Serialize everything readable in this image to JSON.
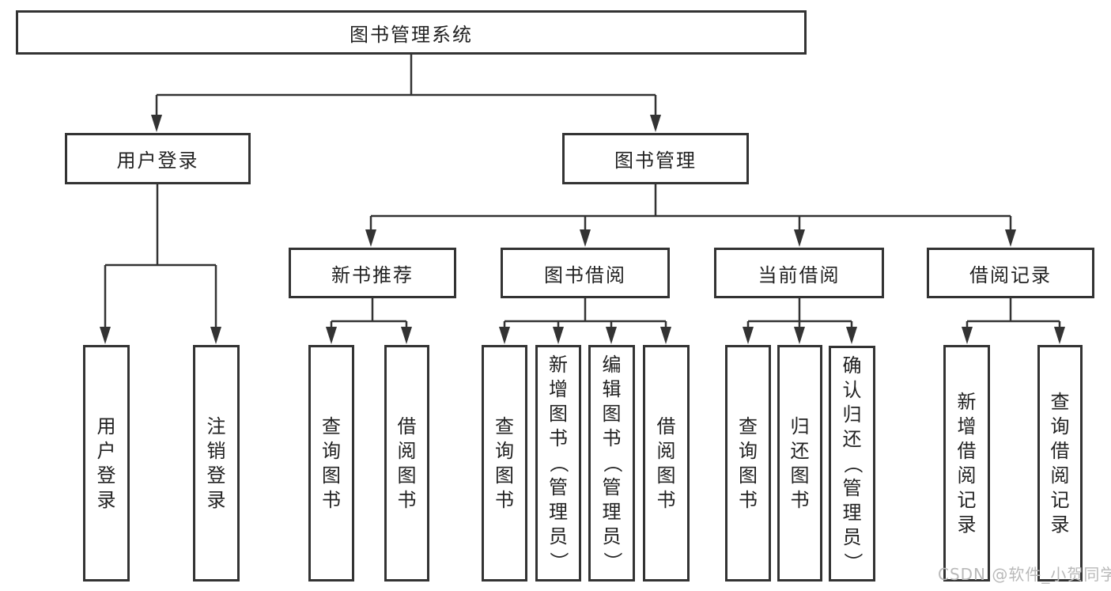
{
  "nodes": {
    "root": "图书管理系统",
    "level2": {
      "user_login": "用户登录",
      "book_mgmt": "图书管理"
    },
    "level3": {
      "new_book_rec": "新书推荐",
      "book_borrow": "图书借阅",
      "current_borrow": "当前借阅",
      "borrow_records": "借阅记录"
    },
    "leaves": {
      "user_login": [
        "用户登录",
        "注销登录"
      ],
      "new_book_rec": [
        "查询图书",
        "借阅图书"
      ],
      "book_borrow": [
        "查询图书",
        "新增图书（管理员）",
        "编辑图书（管理员）",
        "借阅图书"
      ],
      "current_borrow": [
        "查询图书",
        "归还图书",
        "确认归还（管理员）"
      ],
      "borrow_records": [
        "新增借阅记录",
        "查询借阅记录"
      ]
    }
  },
  "watermark": "CSDN @软件_小贺同学",
  "colors": {
    "line": "#333333",
    "text": "#222222",
    "background": "#ffffff",
    "watermark": "#b9b9b9"
  }
}
